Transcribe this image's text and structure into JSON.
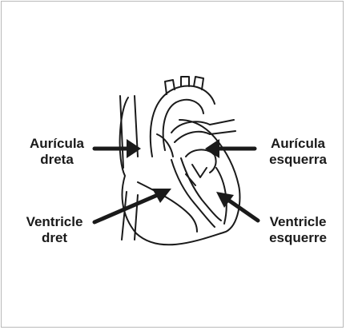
{
  "labels": {
    "right_atrium": {
      "line1": "Aurícula",
      "line2": "dreta"
    },
    "left_atrium": {
      "line1": "Aurícula",
      "line2": "esquerra"
    },
    "right_ventricle": {
      "line1": "Ventricle",
      "line2": "dret"
    },
    "left_ventricle": {
      "line1": "Ventricle",
      "line2": "esquerre"
    }
  },
  "colors": {
    "ink": "#1a1a1a",
    "border": "#b9b9b9"
  }
}
